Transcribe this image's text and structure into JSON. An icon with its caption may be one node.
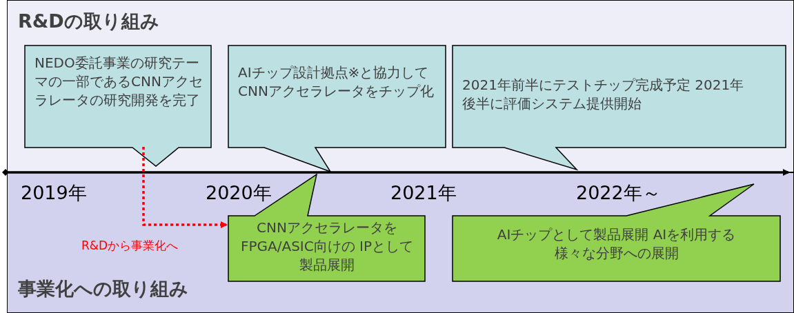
{
  "diagram": {
    "nodes": [
      {
        "text": [
          "R&Dの取り組み"
        ]
      },
      {
        "text": [
          "NEDO委託事業の研究テーマの一部であるCNNアクセラレータの研究開発を完了"
        ],
        "in": 0
      },
      {
        "text": [
          "AIチップ設計拠点※と協力してCNNアクセラレータをチップ化"
        ],
        "in": 0
      },
      {
        "text": [
          "2021年前半にテストチップ完成予定 2021年後半に評価システム提供開始"
        ],
        "in": 0
      },
      {
        "text": [
          "事業化への取り組み"
        ]
      },
      {
        "text": [
          "CNNアクセラレータを FPGA/ASIC向けの IPとして製品展開"
        ],
        "in": 4
      },
      {
        "text": [
          "AIチップとして製品展開 AIを利用する様々な分野への展開"
        ],
        "in": 4
      }
    ],
    "edges": [
      {
        "from": 1,
        "to": 5,
        "arrow": "to",
        "label": "R&Dから事業化へ",
        "style": "dashed",
        "color": "#ff0000"
      }
    ],
    "labels": [
      "2019年",
      "2020年",
      "2021年",
      "2022年～"
    ]
  }
}
